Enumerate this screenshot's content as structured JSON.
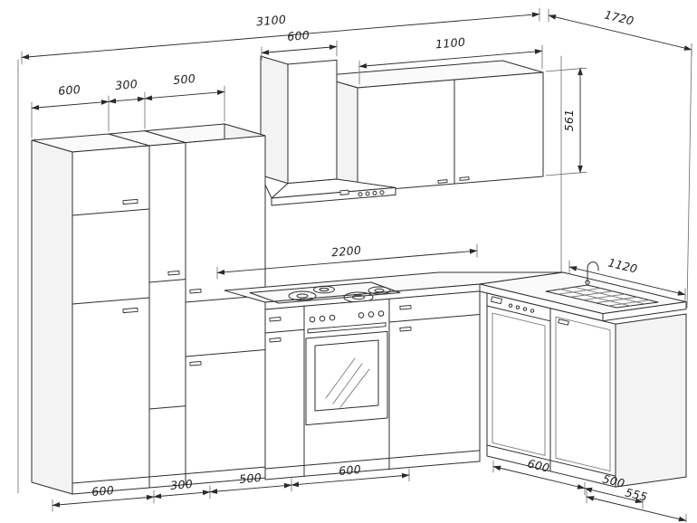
{
  "drawing": {
    "type": "kitchen-installation-line-drawing",
    "line_color": "#2e2e2e",
    "background": "#ffffff"
  },
  "dims": {
    "overall_width": "3100",
    "overall_depth": "1720",
    "hood_width": "600",
    "wall_cabinets_width": "1100",
    "wall_cabinets_height": "561",
    "tall_unit_fridge_width": "600",
    "tall_unit_mid_width": "300",
    "tall_unit_larder_width": "500",
    "worktop_run": "2200",
    "right_worktop_run": "1120",
    "base_fridge_width": "600",
    "base_mid_width": "300",
    "base_drawer_width": "500",
    "base_oven_width": "600",
    "right_dishwasher_width": "600",
    "right_sink_width": "500",
    "right_end_width": "555"
  }
}
